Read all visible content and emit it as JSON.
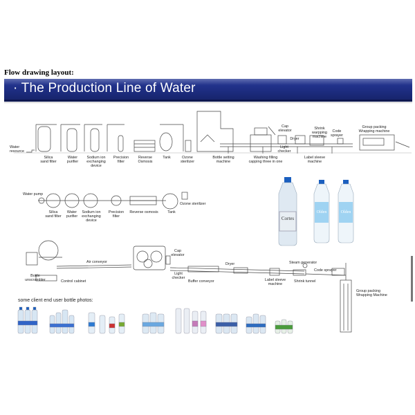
{
  "heading": "Flow drawing layout:",
  "banner_title": "· The Production Line of Water",
  "colors": {
    "banner": "#1f2f86",
    "bottle_cap_blue": "#1b5fbf",
    "label_blue": "#9fd3f2",
    "line": "#444444"
  },
  "section1": {
    "labels": [
      "Water\nresource",
      "Silica\nsand filter",
      "Water\npurifier",
      "Sodium ion\nexchanging\ndevice",
      "Precision\nfilter",
      "Reverse\nOsmosis",
      "Tank",
      "Ozone\nsterilizer",
      "Bottle setting\nmachine",
      "Washing filling\ncapping three in one",
      "Cap\nelevator",
      "Dryer",
      "Light\nchecker",
      "Shrink\nwarpping\nmachine",
      "Code\nsprayer",
      "Group packing\nWrapping machine",
      "Label sleeve\nmachine"
    ]
  },
  "section2": {
    "labels": [
      "Water pump",
      "Silica\nsand filter",
      "Water\npurifier",
      "Sodium ion\nexchanging\ndevice",
      "Precision\nfilter",
      "Reverse osmosis",
      "Tank",
      "Ozone sterilizer"
    ]
  },
  "section3": {
    "labels": [
      "Bottle\nunscrambler",
      "Control cabinet",
      "Air conveyor",
      "Cap\nelevator",
      "Light\nchecker",
      "Buffer conveyor",
      "Dryer",
      "Steam generator",
      "Label sleeve\nmachine",
      "Shrink tunnel",
      "Code sprayer",
      "Group packing\nWrapping Machine"
    ]
  },
  "photo_note": "some client end user bottle photos:",
  "product_label": {
    "brand1": "Cortes",
    "brand2": "Olden",
    "brand3": "Olden"
  }
}
